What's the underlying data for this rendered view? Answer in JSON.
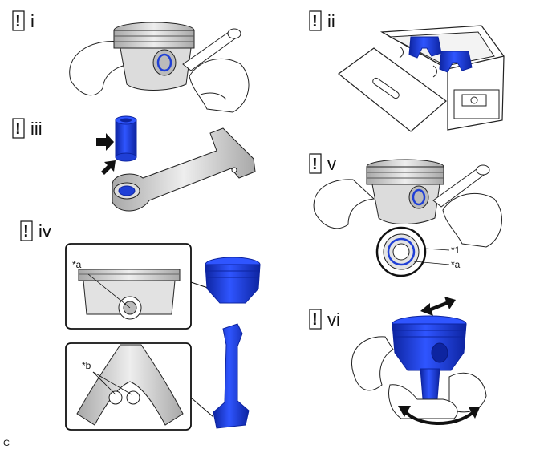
{
  "steps": {
    "s1": "i",
    "s2": "ii",
    "s3": "iii",
    "s4": "iv",
    "s5": "v",
    "s6": "vi"
  },
  "notice_glyph": "!",
  "callouts": {
    "a_iv": "*a",
    "b_iv": "*b",
    "one_v": "*1",
    "a_v": "*a"
  },
  "figure_code": "C",
  "colors": {
    "part_blue": "#1f3fd6",
    "part_blue_dark": "#0d24a0",
    "metal": "#cfcfcf",
    "metal_dark": "#9a9a9a",
    "line": "#222222"
  }
}
